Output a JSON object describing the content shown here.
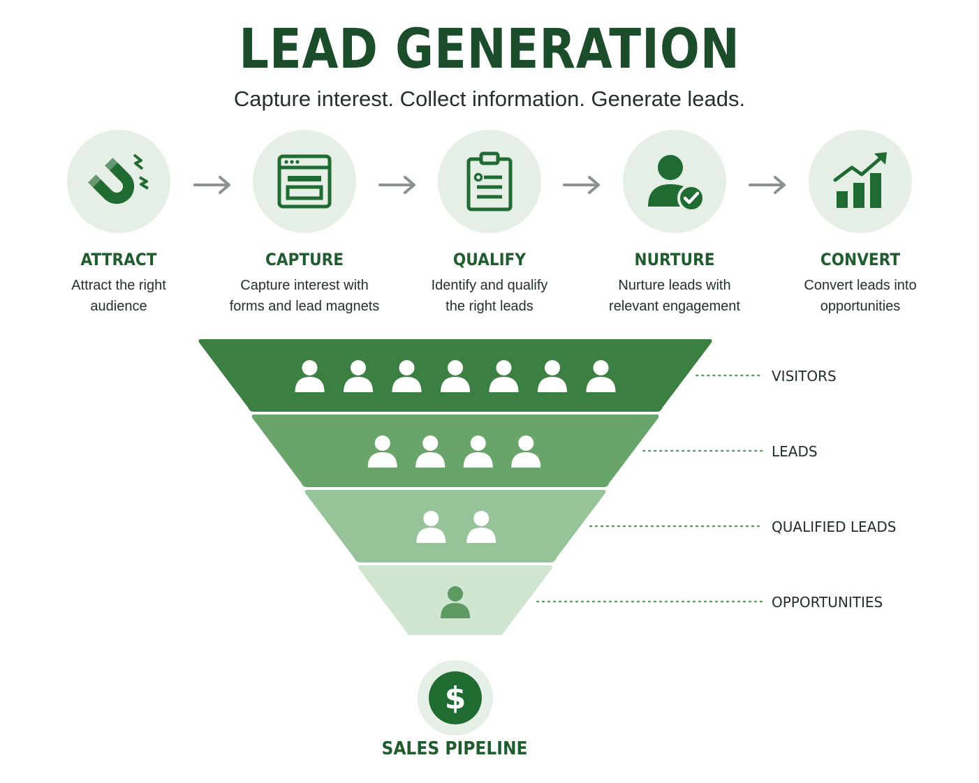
{
  "header": {
    "title": "LEAD GENERATION",
    "subtitle": "Capture interest. Collect information. Generate leads."
  },
  "colors": {
    "dark_green": "#1b4d2a",
    "accent_green": "#2e7d3e",
    "circle_bg": "#e6efe6",
    "funnel_level_1": "#3c7f43",
    "funnel_level_2": "#69a56b",
    "funnel_level_3": "#97c398",
    "funnel_level_4": "#d0e6d1",
    "arrow_gray": "#8a9191"
  },
  "steps": [
    {
      "icon": "magnet-icon",
      "label": "ATTRACT",
      "desc_line1": "Attract the right",
      "desc_line2": "audience"
    },
    {
      "icon": "form-icon",
      "label": "CAPTURE",
      "desc_line1": "Capture interest with",
      "desc_line2": "forms and lead magnets"
    },
    {
      "icon": "clipboard-icon",
      "label": "QUALIFY",
      "desc_line1": "Identify and qualify",
      "desc_line2": "the right leads"
    },
    {
      "icon": "user-check-icon",
      "label": "NURTURE",
      "desc_line1": "Nurture leads with",
      "desc_line2": "relevant engagement"
    },
    {
      "icon": "growth-chart-icon",
      "label": "CONVERT",
      "desc_line1": "Convert leads into",
      "desc_line2": "opportunities"
    }
  ],
  "funnel": {
    "levels": [
      {
        "label": "VISITORS",
        "people": 7
      },
      {
        "label": "LEADS",
        "people": 4
      },
      {
        "label": "QUALIFIED LEADS",
        "people": 2
      },
      {
        "label": "OPPORTUNITIES",
        "people": 1
      }
    ]
  },
  "outcome": {
    "icon": "dollar-icon",
    "label": "SALES PIPELINE"
  }
}
